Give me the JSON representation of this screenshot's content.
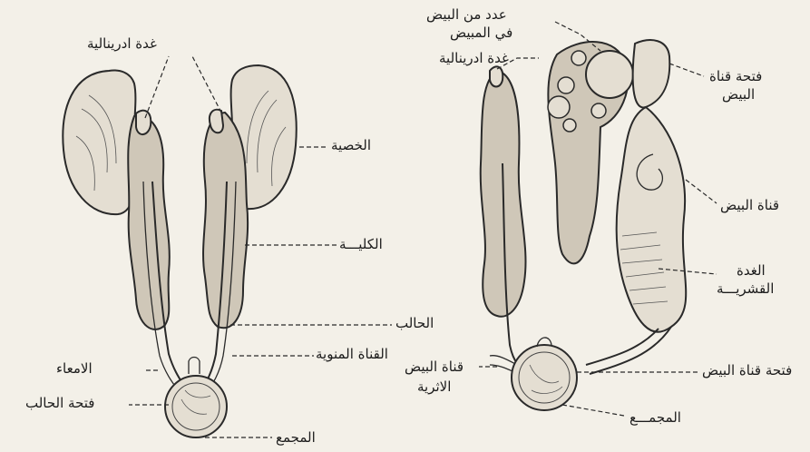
{
  "labels": {
    "adrenal_left": "غدة ادرينالية",
    "testis": "الخصية",
    "kidney": "الكليـــة",
    "ureter": "الحالب",
    "sperm_duct": "القناة المنوية",
    "intestine": "الامعاء",
    "ureter_opening": "فتحة الحالب",
    "cloaca_left": "المجمع",
    "eggs_count": "عدد من البيض",
    "eggs_in_ovary": "في المبيض",
    "adrenal_right": "غدة ادرينالية",
    "oviduct_opening": "فتحة قناة",
    "oviduct_opening_2": "البيض",
    "oviduct": "قناة البيض",
    "shell_gland": "الغدة",
    "shell_gland_2": "القشريـــة",
    "vestigial_oviduct": "قناة البيض",
    "vestigial_oviduct_2": "الاثرية",
    "oviduct_cloaca_opening": "فتحة قناة البيض",
    "cloaca_right": "المجمـــع"
  }
}
